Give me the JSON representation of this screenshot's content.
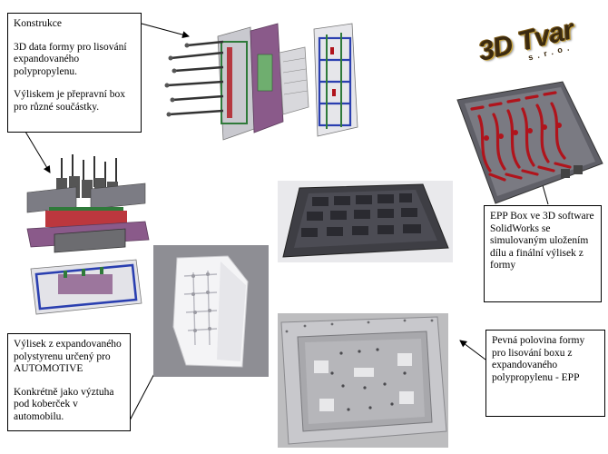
{
  "logo": {
    "main": "3D Tvar",
    "sub": "s.r.o."
  },
  "callouts": {
    "konstrukce": {
      "title": "Konstrukce",
      "p1": "3D data formy pro lisování expandovaného polypropylenu.",
      "p2": "Výliskem je přepravní box pro různé součástky."
    },
    "epp_box": {
      "text": "EPP Box ve 3D software SolidWorks se simulovaným uložením dílu a finální výlisek z formy"
    },
    "vylisek": {
      "p1": "Výlisek z expandovaného polystyrenu určený pro AUTOMOTIVE",
      "p2": "Konkrétně jako výztuha pod koberček v automobilu."
    },
    "pevna": {
      "text": "Pevná polovina formy pro lisování boxu z expandovaného polypropylenu - EPP"
    }
  },
  "colors": {
    "mold_red": "#b0141c",
    "mold_grey": "#6e6e76",
    "cad_purple": "#8a5a8a",
    "cad_blue": "#2a3fb0",
    "cad_green": "#2f7a3a",
    "logo_gold": "#c9a43a"
  }
}
